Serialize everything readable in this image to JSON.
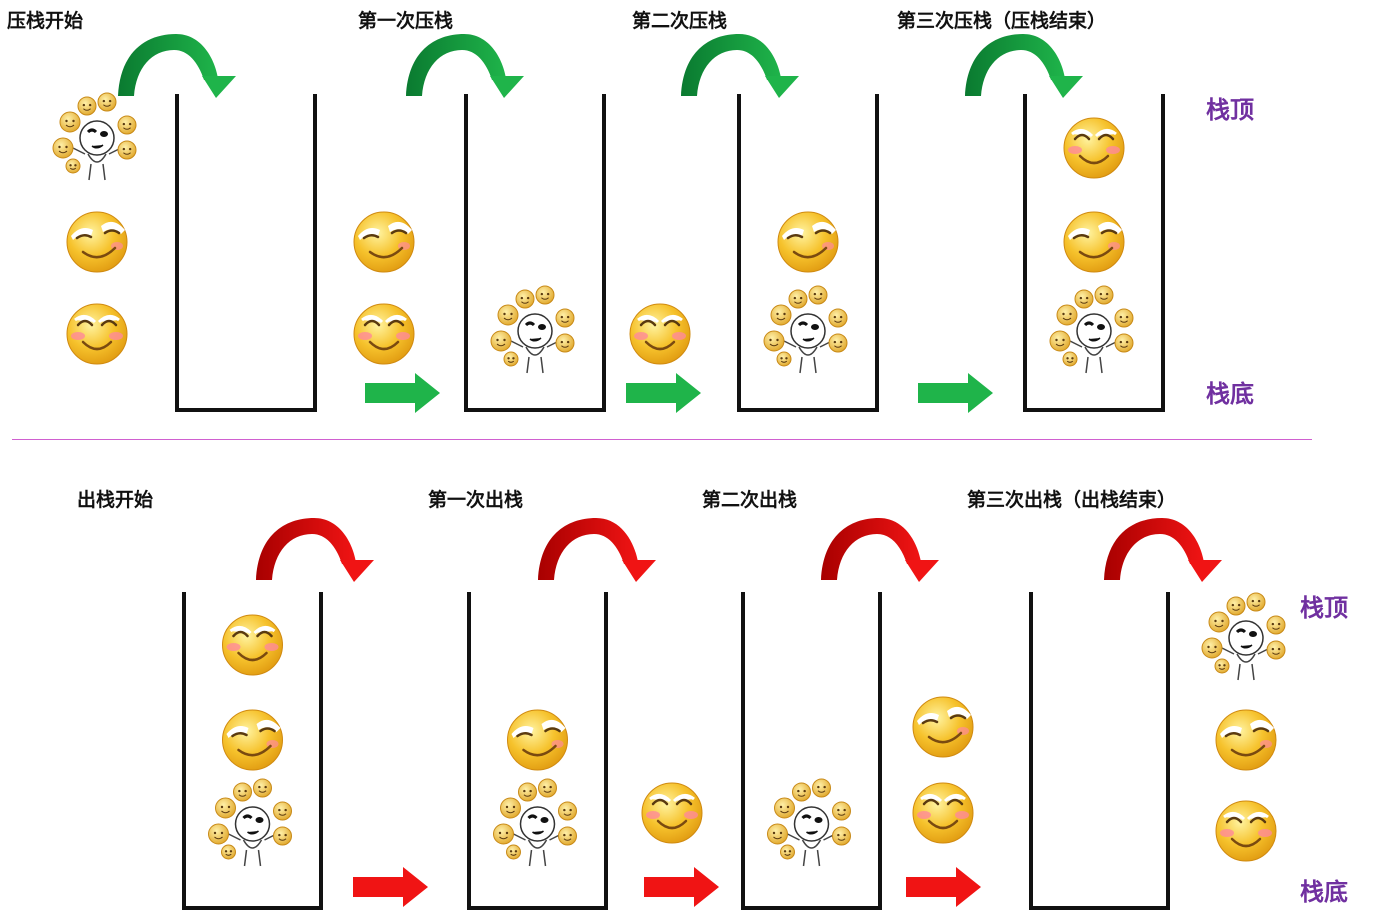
{
  "colors": {
    "push_green": "#1fb44a",
    "push_green_dark": "#0a7a30",
    "pop_red": "#f01414",
    "pop_red_dark": "#a80000",
    "stack_line": "#111111",
    "side_label": "#7030a0",
    "divider": "#d060d0",
    "face": "#f6c22c",
    "face_shade": "#e09a10"
  },
  "push": {
    "titles": [
      "压栈开始",
      "第一次压栈",
      "第二次压栈",
      "第三次压栈（压栈结束）"
    ],
    "top_label": "栈顶",
    "bottom_label": "栈底",
    "icon_legend": {
      "laugh": "laughing-face-icon",
      "smirk": "smirking-face-icon",
      "juggler": "juggler-meme-icon"
    },
    "steps": [
      {
        "stack": [],
        "waiting": [
          "juggler",
          "smirk",
          "laugh"
        ]
      },
      {
        "stack": [
          "juggler"
        ],
        "waiting": [
          "smirk",
          "laugh"
        ]
      },
      {
        "stack": [
          "juggler",
          "smirk"
        ],
        "waiting": [
          "laugh"
        ]
      },
      {
        "stack": [
          "juggler",
          "smirk",
          "laugh"
        ],
        "waiting": []
      }
    ]
  },
  "pop": {
    "titles": [
      "出栈开始",
      "第一次出栈",
      "第二次出栈",
      "第三次出栈（出栈结束）"
    ],
    "top_label": "栈顶",
    "bottom_label": "栈底",
    "steps": [
      {
        "stack": [
          "juggler",
          "smirk",
          "laugh"
        ],
        "popped": []
      },
      {
        "stack": [
          "juggler",
          "smirk"
        ],
        "popped": [
          "laugh"
        ]
      },
      {
        "stack": [
          "juggler"
        ],
        "popped": [
          "laugh",
          "smirk"
        ]
      },
      {
        "stack": [],
        "popped": [
          "laugh",
          "smirk",
          "juggler"
        ]
      }
    ]
  }
}
